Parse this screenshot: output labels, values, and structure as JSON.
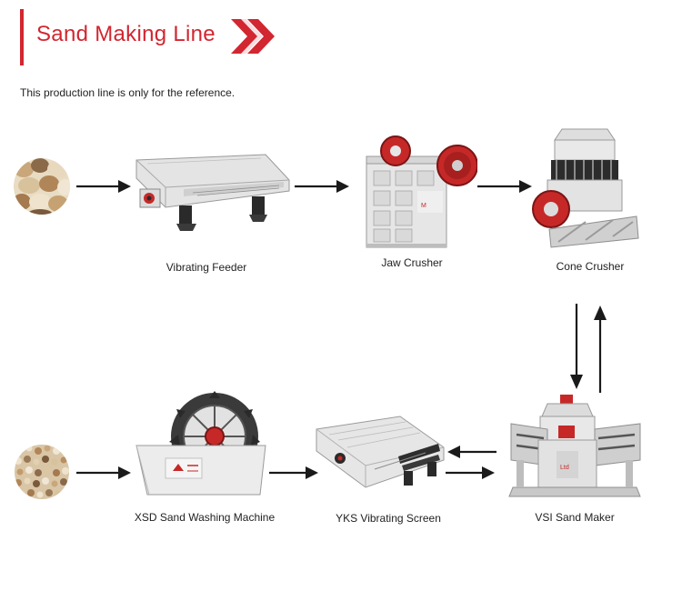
{
  "header": {
    "title": "Sand Making Line"
  },
  "note": "This production line is only for the reference.",
  "machines": {
    "vibrating_feeder": "Vibrating Feeder",
    "jaw_crusher": "Jaw Crusher",
    "cone_crusher": "Cone Crusher",
    "sand_washing": "XSD Sand Washing Machine",
    "vibrating_screen": "YKS  Vibrating Screen",
    "vsi_sand_maker": "VSI Sand Maker"
  },
  "colors": {
    "accent": "#d22630",
    "arrow": "#1a1a1a",
    "machine_body": "#e8e8e8",
    "machine_dark": "#2a2a2a"
  },
  "icons": [
    "chevron-right-icon",
    "arrow-right-icon",
    "arrow-left-icon",
    "arrow-down-icon",
    "arrow-up-icon"
  ]
}
